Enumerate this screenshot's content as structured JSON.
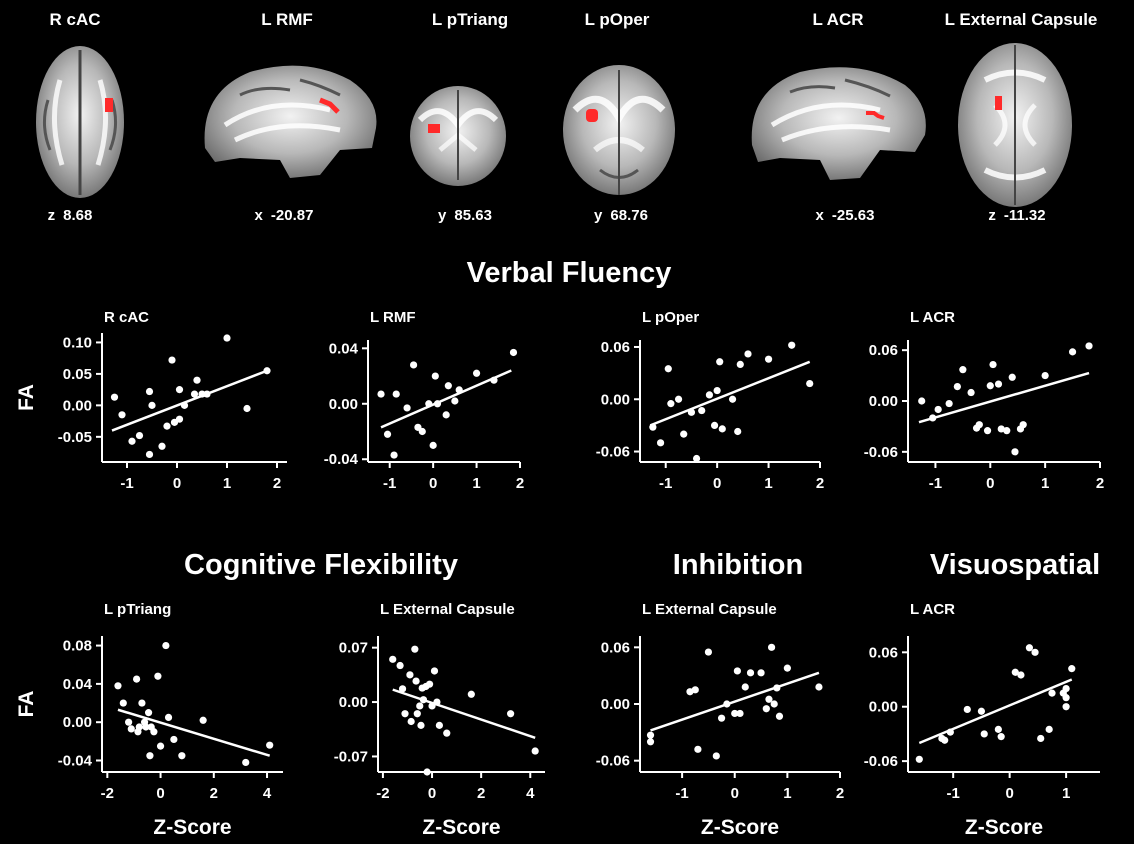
{
  "brain_panels": [
    {
      "label": "R cAC",
      "axis": "z",
      "coord": "8.68",
      "view": "axial"
    },
    {
      "label": "L RMF",
      "axis": "x",
      "coord": "-20.87",
      "view": "sagittal"
    },
    {
      "label": "L pTriang",
      "axis": "y",
      "coord": "85.63",
      "view": "coronal"
    },
    {
      "label": "L pOper",
      "axis": "y",
      "coord": "68.76",
      "view": "coronal"
    },
    {
      "label": "L ACR",
      "axis": "x",
      "coord": "-25.63",
      "view": "sagittal"
    },
    {
      "label": "L External Capsule",
      "axis": "z",
      "coord": "-11.32",
      "view": "axial"
    }
  ],
  "sections": [
    {
      "title": "Verbal Fluency"
    },
    {
      "title": "Cognitive Flexibility"
    },
    {
      "title": "Inhibition"
    },
    {
      "title": "Visuospatial"
    }
  ],
  "colors": {
    "background": "#000000",
    "foreground": "#ffffff",
    "roi": "#ff2a2a"
  },
  "chart_data": [
    {
      "type": "scatter",
      "title": "R cAC",
      "section": "Verbal Fluency",
      "ylabel": "FA",
      "xlabel": "",
      "xlim": [
        -1.5,
        2.2
      ],
      "ylim": [
        -0.09,
        0.115
      ],
      "xticks": [
        "-1",
        "0",
        "1",
        "2"
      ],
      "xtick_values": [
        -1,
        0,
        1,
        2
      ],
      "yticks": [
        "-0.05",
        "0.00",
        "0.05",
        "0.10"
      ],
      "ytick_values": [
        -0.05,
        0,
        0.05,
        0.1
      ],
      "points": [
        [
          -1.25,
          0.013
        ],
        [
          -1.1,
          -0.015
        ],
        [
          -0.9,
          -0.057
        ],
        [
          -0.75,
          -0.048
        ],
        [
          -0.55,
          0.022
        ],
        [
          -0.5,
          0.0
        ],
        [
          -0.55,
          -0.078
        ],
        [
          -0.3,
          -0.065
        ],
        [
          -0.2,
          -0.033
        ],
        [
          -0.1,
          0.072
        ],
        [
          -0.05,
          -0.027
        ],
        [
          0.05,
          -0.022
        ],
        [
          0.05,
          0.025
        ],
        [
          0.15,
          0.0
        ],
        [
          0.35,
          0.018
        ],
        [
          0.4,
          0.04
        ],
        [
          0.5,
          0.018
        ],
        [
          0.6,
          0.018
        ],
        [
          1.0,
          0.107
        ],
        [
          1.4,
          -0.005
        ],
        [
          1.8,
          0.055
        ]
      ],
      "fit": [
        [
          -1.3,
          -0.04
        ],
        [
          1.8,
          0.055
        ]
      ]
    },
    {
      "type": "scatter",
      "title": "L RMF",
      "section": "Verbal Fluency",
      "ylabel": "",
      "xlabel": "",
      "xlim": [
        -1.5,
        2.0
      ],
      "ylim": [
        -0.042,
        0.046
      ],
      "xticks": [
        "-1",
        "0",
        "1",
        "2"
      ],
      "xtick_values": [
        -1,
        0,
        1,
        2
      ],
      "yticks": [
        "-0.04",
        "0.00",
        "0.04"
      ],
      "ytick_values": [
        -0.04,
        0,
        0.04
      ],
      "points": [
        [
          -1.2,
          0.007
        ],
        [
          -1.05,
          -0.022
        ],
        [
          -0.9,
          -0.037
        ],
        [
          -0.85,
          0.007
        ],
        [
          -0.6,
          -0.003
        ],
        [
          -0.45,
          0.028
        ],
        [
          -0.35,
          -0.017
        ],
        [
          -0.25,
          -0.02
        ],
        [
          -0.1,
          0.0
        ],
        [
          0.0,
          -0.03
        ],
        [
          0.05,
          0.02
        ],
        [
          0.1,
          0.0
        ],
        [
          0.3,
          -0.008
        ],
        [
          0.35,
          0.013
        ],
        [
          0.5,
          0.002
        ],
        [
          0.6,
          0.01
        ],
        [
          1.0,
          0.022
        ],
        [
          1.4,
          0.017
        ],
        [
          1.85,
          0.037
        ]
      ],
      "fit": [
        [
          -1.2,
          -0.017
        ],
        [
          1.8,
          0.024
        ]
      ]
    },
    {
      "type": "scatter",
      "title": "L pOper",
      "section": "Verbal Fluency",
      "ylabel": "",
      "xlabel": "",
      "xlim": [
        -1.5,
        2.0
      ],
      "ylim": [
        -0.072,
        0.068
      ],
      "xticks": [
        "-1",
        "0",
        "1",
        "2"
      ],
      "xtick_values": [
        -1,
        0,
        1,
        2
      ],
      "yticks": [
        "-0.06",
        "0.00",
        "0.06"
      ],
      "ytick_values": [
        -0.06,
        0,
        0.06
      ],
      "points": [
        [
          -1.25,
          -0.032
        ],
        [
          -1.1,
          -0.05
        ],
        [
          -0.95,
          0.035
        ],
        [
          -0.9,
          -0.005
        ],
        [
          -0.75,
          0.0
        ],
        [
          -0.65,
          -0.04
        ],
        [
          -0.5,
          -0.015
        ],
        [
          -0.4,
          -0.068
        ],
        [
          -0.3,
          -0.013
        ],
        [
          -0.15,
          0.005
        ],
        [
          -0.05,
          -0.03
        ],
        [
          0.0,
          0.01
        ],
        [
          0.05,
          0.043
        ],
        [
          0.1,
          -0.034
        ],
        [
          0.3,
          0.0
        ],
        [
          0.4,
          -0.037
        ],
        [
          0.45,
          0.04
        ],
        [
          0.6,
          0.052
        ],
        [
          1.0,
          0.046
        ],
        [
          1.45,
          0.062
        ],
        [
          1.8,
          0.018
        ]
      ],
      "fit": [
        [
          -1.3,
          -0.03
        ],
        [
          1.8,
          0.043
        ]
      ]
    },
    {
      "type": "scatter",
      "title": "L ACR",
      "section": "Verbal Fluency",
      "ylabel": "",
      "xlabel": "",
      "xlim": [
        -1.5,
        2.0
      ],
      "ylim": [
        -0.072,
        0.072
      ],
      "xticks": [
        "-1",
        "0",
        "1",
        "2"
      ],
      "xtick_values": [
        -1,
        0,
        1,
        2
      ],
      "yticks": [
        "-0.06",
        "0.00",
        "0.06"
      ],
      "ytick_values": [
        -0.06,
        0,
        0.06
      ],
      "points": [
        [
          -1.25,
          0.0
        ],
        [
          -1.05,
          -0.02
        ],
        [
          -0.95,
          -0.01
        ],
        [
          -0.75,
          -0.003
        ],
        [
          -0.6,
          0.017
        ],
        [
          -0.5,
          0.037
        ],
        [
          -0.35,
          0.01
        ],
        [
          -0.25,
          -0.032
        ],
        [
          -0.2,
          -0.028
        ],
        [
          -0.05,
          -0.035
        ],
        [
          0.0,
          0.018
        ],
        [
          0.05,
          0.043
        ],
        [
          0.15,
          0.02
        ],
        [
          0.2,
          -0.033
        ],
        [
          0.3,
          -0.035
        ],
        [
          0.4,
          0.028
        ],
        [
          0.45,
          -0.06
        ],
        [
          0.55,
          -0.033
        ],
        [
          0.6,
          -0.028
        ],
        [
          1.0,
          0.03
        ],
        [
          1.5,
          0.058
        ],
        [
          1.8,
          0.065
        ]
      ],
      "fit": [
        [
          -1.3,
          -0.025
        ],
        [
          1.8,
          0.033
        ]
      ]
    },
    {
      "type": "scatter",
      "title": "L pTriang",
      "section": "Cognitive Flexibility",
      "ylabel": "FA",
      "xlabel": "Z-Score",
      "xlim": [
        -2.2,
        4.6
      ],
      "ylim": [
        -0.052,
        0.09
      ],
      "xticks": [
        "-2",
        "0",
        "2",
        "4"
      ],
      "xtick_values": [
        -2,
        0,
        2,
        4
      ],
      "yticks": [
        "-0.04",
        "0.00",
        "0.04",
        "0.08"
      ],
      "ytick_values": [
        -0.04,
        0,
        0.04,
        0.08
      ],
      "points": [
        [
          -1.6,
          0.038
        ],
        [
          -1.4,
          0.02
        ],
        [
          -1.2,
          0.0
        ],
        [
          -1.1,
          -0.007
        ],
        [
          -0.9,
          0.045
        ],
        [
          -0.85,
          -0.01
        ],
        [
          -0.8,
          -0.005
        ],
        [
          -0.7,
          0.02
        ],
        [
          -0.6,
          0.0
        ],
        [
          -0.55,
          -0.005
        ],
        [
          -0.45,
          0.01
        ],
        [
          -0.4,
          -0.035
        ],
        [
          -0.35,
          -0.005
        ],
        [
          -0.25,
          -0.01
        ],
        [
          -0.1,
          0.048
        ],
        [
          0.0,
          -0.025
        ],
        [
          0.2,
          0.08
        ],
        [
          0.3,
          0.005
        ],
        [
          0.5,
          -0.018
        ],
        [
          0.8,
          -0.035
        ],
        [
          1.6,
          0.002
        ],
        [
          3.2,
          -0.042
        ],
        [
          4.1,
          -0.024
        ]
      ],
      "fit": [
        [
          -1.6,
          0.013
        ],
        [
          4.1,
          -0.035
        ]
      ]
    },
    {
      "type": "scatter",
      "title": "L External Capsule",
      "section": "Cognitive Flexibility",
      "ylabel": "",
      "xlabel": "Z-Score",
      "xlim": [
        -2.2,
        4.6
      ],
      "ylim": [
        -0.09,
        0.085
      ],
      "xticks": [
        "-2",
        "0",
        "2",
        "4"
      ],
      "xtick_values": [
        -2,
        0,
        2,
        4
      ],
      "yticks": [
        "-0.07",
        "0.00",
        "0.07"
      ],
      "ytick_values": [
        -0.07,
        0,
        0.07
      ],
      "points": [
        [
          -1.6,
          0.055
        ],
        [
          -1.3,
          0.047
        ],
        [
          -1.2,
          0.017
        ],
        [
          -1.1,
          -0.015
        ],
        [
          -0.9,
          0.035
        ],
        [
          -0.85,
          -0.025
        ],
        [
          -0.7,
          0.068
        ],
        [
          -0.65,
          0.027
        ],
        [
          -0.6,
          -0.015
        ],
        [
          -0.5,
          -0.005
        ],
        [
          -0.45,
          -0.03
        ],
        [
          -0.4,
          0.018
        ],
        [
          -0.35,
          0.003
        ],
        [
          -0.25,
          0.02
        ],
        [
          -0.2,
          -0.09
        ],
        [
          -0.1,
          0.023
        ],
        [
          0.0,
          -0.005
        ],
        [
          0.1,
          0.04
        ],
        [
          0.2,
          0.0
        ],
        [
          0.3,
          -0.03
        ],
        [
          0.6,
          -0.04
        ],
        [
          1.6,
          0.01
        ],
        [
          3.2,
          -0.015
        ],
        [
          4.2,
          -0.063
        ]
      ],
      "fit": [
        [
          -1.6,
          0.016
        ],
        [
          4.2,
          -0.046
        ]
      ]
    },
    {
      "type": "scatter",
      "title": "L External Capsule",
      "section": "Inhibition",
      "ylabel": "",
      "xlabel": "Z-Score",
      "xlim": [
        -1.8,
        2.0
      ],
      "ylim": [
        -0.072,
        0.072
      ],
      "xticks": [
        "-1",
        "0",
        "1",
        "2"
      ],
      "xtick_values": [
        -1,
        0,
        1,
        2
      ],
      "yticks": [
        "-0.06",
        "0.00",
        "0.06"
      ],
      "ytick_values": [
        -0.06,
        0,
        0.06
      ],
      "points": [
        [
          -1.6,
          -0.033
        ],
        [
          -1.6,
          -0.04
        ],
        [
          -0.85,
          0.013
        ],
        [
          -0.75,
          0.015
        ],
        [
          -0.7,
          -0.048
        ],
        [
          -0.5,
          0.055
        ],
        [
          -0.35,
          -0.055
        ],
        [
          -0.25,
          -0.015
        ],
        [
          -0.15,
          0.0
        ],
        [
          0.0,
          -0.01
        ],
        [
          0.05,
          0.035
        ],
        [
          0.1,
          -0.01
        ],
        [
          0.2,
          0.018
        ],
        [
          0.3,
          0.033
        ],
        [
          0.5,
          0.033
        ],
        [
          0.6,
          -0.005
        ],
        [
          0.65,
          0.005
        ],
        [
          0.7,
          0.06
        ],
        [
          0.75,
          0.0
        ],
        [
          0.8,
          0.017
        ],
        [
          0.85,
          -0.013
        ],
        [
          1.0,
          0.038
        ],
        [
          1.6,
          0.018
        ]
      ],
      "fit": [
        [
          -1.6,
          -0.028
        ],
        [
          1.6,
          0.033
        ]
      ]
    },
    {
      "type": "scatter",
      "title": "L ACR",
      "section": "Visuospatial",
      "ylabel": "",
      "xlabel": "Z-Score",
      "xlim": [
        -1.8,
        1.6
      ],
      "ylim": [
        -0.072,
        0.078
      ],
      "xticks": [
        "-1",
        "0",
        "1"
      ],
      "xtick_values": [
        -1,
        0,
        1
      ],
      "yticks": [
        "-0.06",
        "0.00",
        "0.06"
      ],
      "ytick_values": [
        -0.06,
        0,
        0.06
      ],
      "points": [
        [
          -1.6,
          -0.058
        ],
        [
          -1.2,
          -0.035
        ],
        [
          -1.15,
          -0.037
        ],
        [
          -1.05,
          -0.028
        ],
        [
          -0.75,
          -0.003
        ],
        [
          -0.5,
          -0.005
        ],
        [
          -0.45,
          -0.03
        ],
        [
          -0.2,
          -0.025
        ],
        [
          -0.15,
          -0.033
        ],
        [
          0.1,
          0.038
        ],
        [
          0.2,
          0.035
        ],
        [
          0.35,
          0.065
        ],
        [
          0.45,
          0.06
        ],
        [
          0.55,
          -0.035
        ],
        [
          0.7,
          -0.025
        ],
        [
          0.75,
          0.015
        ],
        [
          0.95,
          0.015
        ],
        [
          1.0,
          0.02
        ],
        [
          1.0,
          0.01
        ],
        [
          1.0,
          0.0
        ],
        [
          1.1,
          0.042
        ]
      ],
      "fit": [
        [
          -1.6,
          -0.04
        ],
        [
          1.1,
          0.03
        ]
      ]
    }
  ]
}
